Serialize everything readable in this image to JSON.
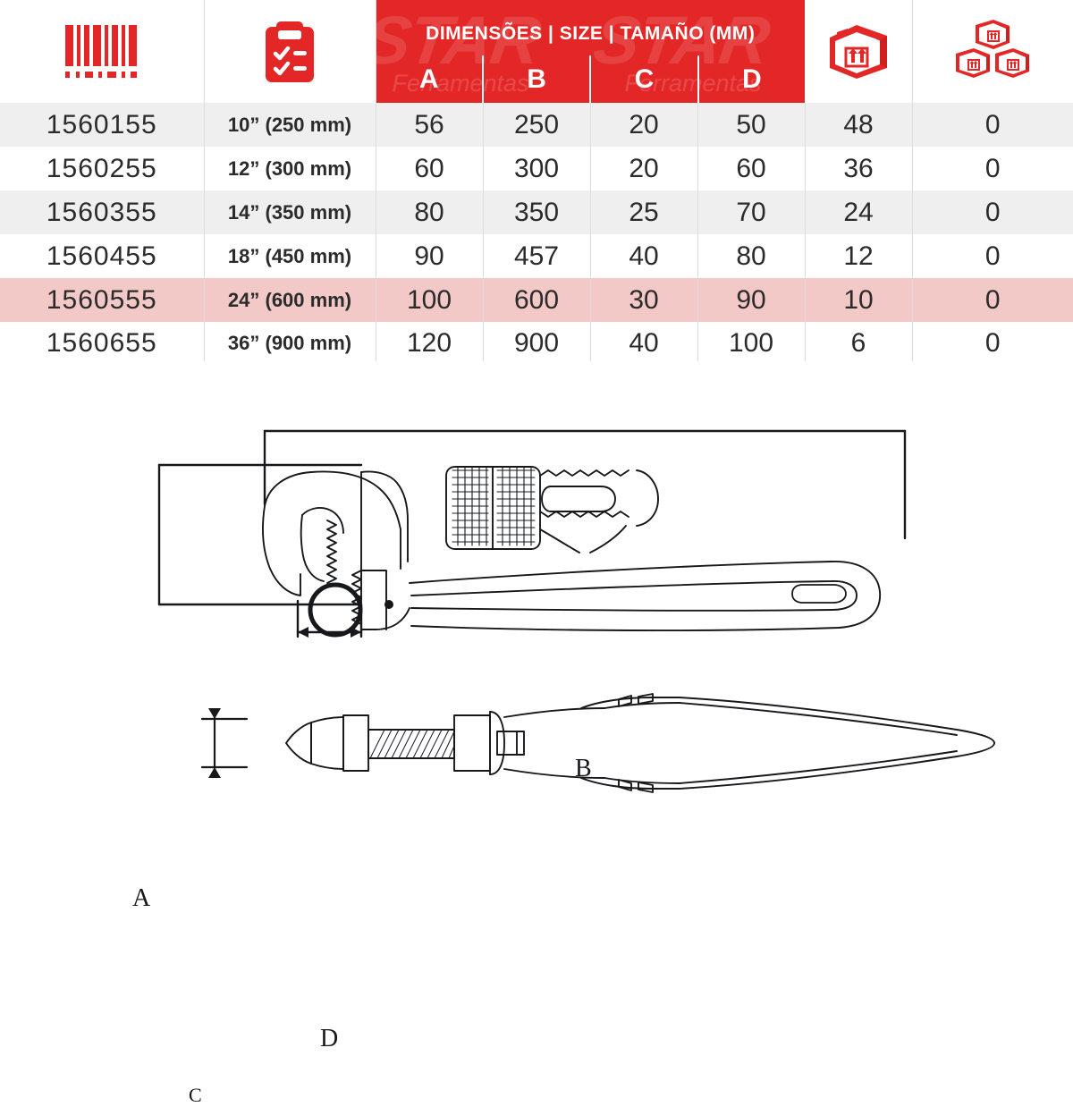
{
  "table": {
    "columns": [
      {
        "key": "code",
        "icon": "barcode-icon",
        "label": ""
      },
      {
        "key": "size",
        "icon": "clipboard-checklist-icon",
        "label": ""
      },
      {
        "key": "A",
        "icon": "",
        "label": "A"
      },
      {
        "key": "B",
        "icon": "",
        "label": "B"
      },
      {
        "key": "C",
        "icon": "",
        "label": "C"
      },
      {
        "key": "D",
        "icon": "",
        "label": "D"
      },
      {
        "key": "inner",
        "icon": "single-box-icon",
        "label": ""
      },
      {
        "key": "master",
        "icon": "multiple-boxes-icon",
        "label": ""
      }
    ],
    "dimensions_header": "DIMENSÕES | SIZE | TAMAÑO (MM)",
    "sub_headers": [
      "A",
      "B",
      "C",
      "D"
    ],
    "watermark": {
      "brand": "STAR",
      "tagline": "Ferramentas"
    },
    "rows": [
      {
        "code": "1560155",
        "size": "10” (250 mm)",
        "A": "56",
        "B": "250",
        "C": "20",
        "D": "50",
        "inner": "48",
        "master": "0",
        "style": "alt"
      },
      {
        "code": "1560255",
        "size": "12” (300 mm)",
        "A": "60",
        "B": "300",
        "C": "20",
        "D": "60",
        "inner": "36",
        "master": "0",
        "style": "plain"
      },
      {
        "code": "1560355",
        "size": "14” (350 mm)",
        "A": "80",
        "B": "350",
        "C": "25",
        "D": "70",
        "inner": "24",
        "master": "0",
        "style": "alt"
      },
      {
        "code": "1560455",
        "size": "18” (450 mm)",
        "A": "90",
        "B": "457",
        "C": "40",
        "D": "80",
        "inner": "12",
        "master": "0",
        "style": "plain"
      },
      {
        "code": "1560555",
        "size": "24” (600 mm)",
        "A": "100",
        "B": "600",
        "C": "30",
        "D": "90",
        "inner": "10",
        "master": "0",
        "style": "hl"
      },
      {
        "code": "1560655",
        "size": "36” (900 mm)",
        "A": "120",
        "B": "900",
        "C": "40",
        "D": "100",
        "inner": "6",
        "master": "0",
        "style": "plain"
      }
    ]
  },
  "diagram": {
    "title": "pipe-wrench-technical-drawing",
    "labels": {
      "A": "A",
      "B": "B",
      "C": "C",
      "D": "D"
    },
    "views": [
      "side-view-main",
      "bottom-view-thickness"
    ]
  },
  "colors": {
    "brand_red": "#e32726",
    "row_alt": "#efefef",
    "row_highlight": "#f2c9c7",
    "border": "#dcdcdc",
    "text": "#2b2b2b",
    "line": "#16181c"
  }
}
